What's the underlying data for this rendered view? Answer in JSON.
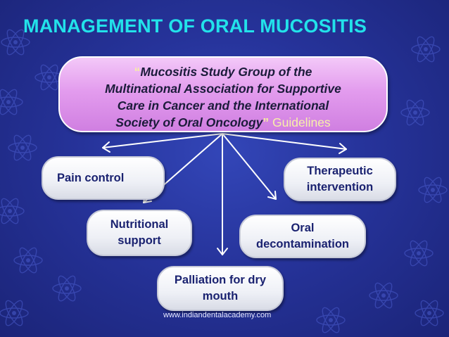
{
  "title": "MANAGEMENT OF ORAL MUCOSITIS",
  "header": {
    "open_quote": "“",
    "lines": [
      "Mucositis Study Group of the",
      "Multinational Association for Supportive",
      "Care in Cancer and the International",
      "Society of Oral Oncology"
    ],
    "close_quote": "”",
    "suffix": " Guidelines"
  },
  "nodes": {
    "pain_control": [
      "Pain control"
    ],
    "therapeutic_intervention": [
      "Therapeutic",
      "intervention"
    ],
    "nutritional_support": [
      "Nutritional",
      "support"
    ],
    "oral_decontamination": [
      "Oral",
      "decontamination"
    ],
    "palliation": [
      "Palliation for dry",
      "mouth"
    ]
  },
  "footer": "www.indiandentalacademy.com",
  "colors": {
    "background": "#26339a",
    "title": "#22e2ea",
    "header_fill": "#e39cee",
    "node_text": "#1a2270",
    "arrow": "#ffffff"
  }
}
